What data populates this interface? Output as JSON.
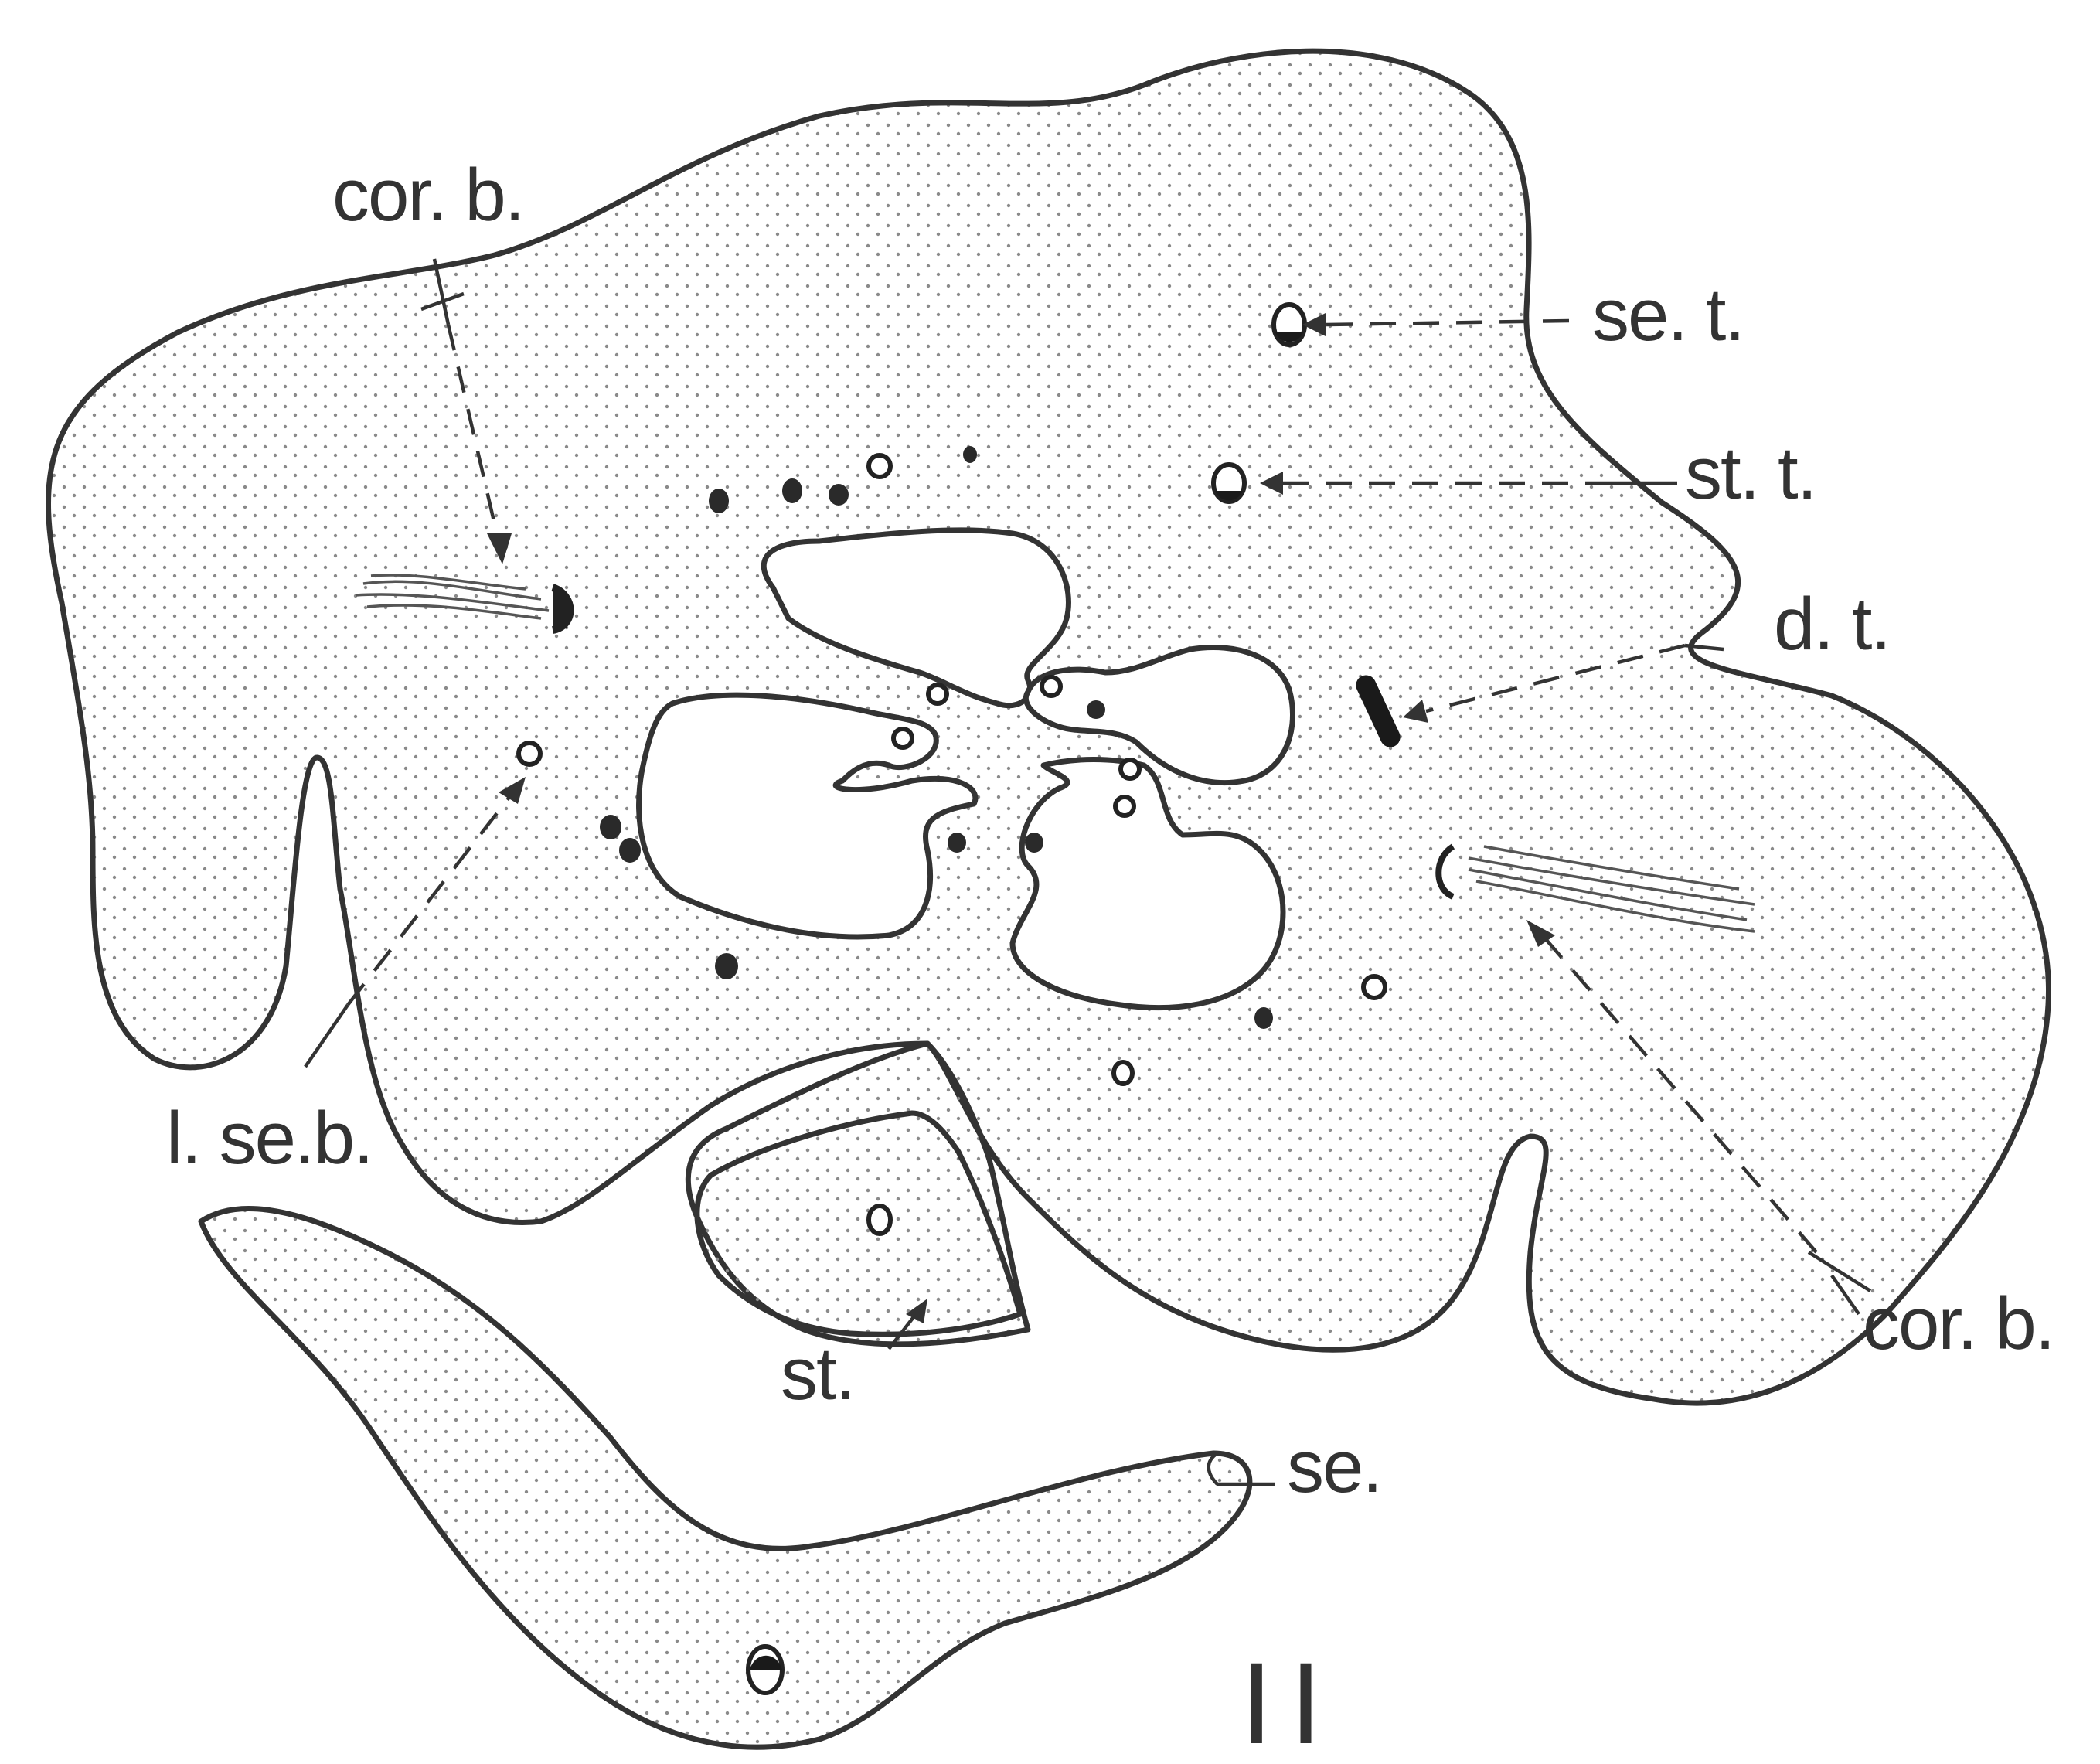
{
  "figure_number": "II",
  "labels": {
    "cor_b_top": "cor. b.",
    "se_t": "se. t.",
    "st_t": "st. t.",
    "d_t": "d. t.",
    "l_se_b": "l. se.b.",
    "cor_b_right": "cor. b.",
    "st": "st.",
    "se": "se."
  }
}
